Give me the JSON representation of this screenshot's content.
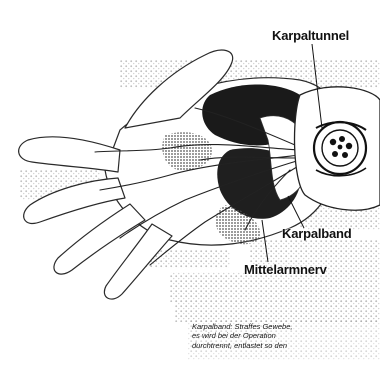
{
  "labels": {
    "karpaltunnel": "Karpaltunnel",
    "karpalband": "Karpalband",
    "mittelarmnerv": "Mittelarmnerv"
  },
  "caption": {
    "line1": "Karpalband: Straffes Gewebe,",
    "line2": "es wird bei der Operation",
    "line3": "durchtrennt, entlastet so den"
  },
  "colors": {
    "ink": "#111111",
    "background": "#ffffff",
    "halftone": "#9a9a9a"
  },
  "icons": {
    "hand": "hand-anatomy-illustration",
    "nerve": "median-nerve-lines",
    "wrist": "wrist-cross-section"
  }
}
